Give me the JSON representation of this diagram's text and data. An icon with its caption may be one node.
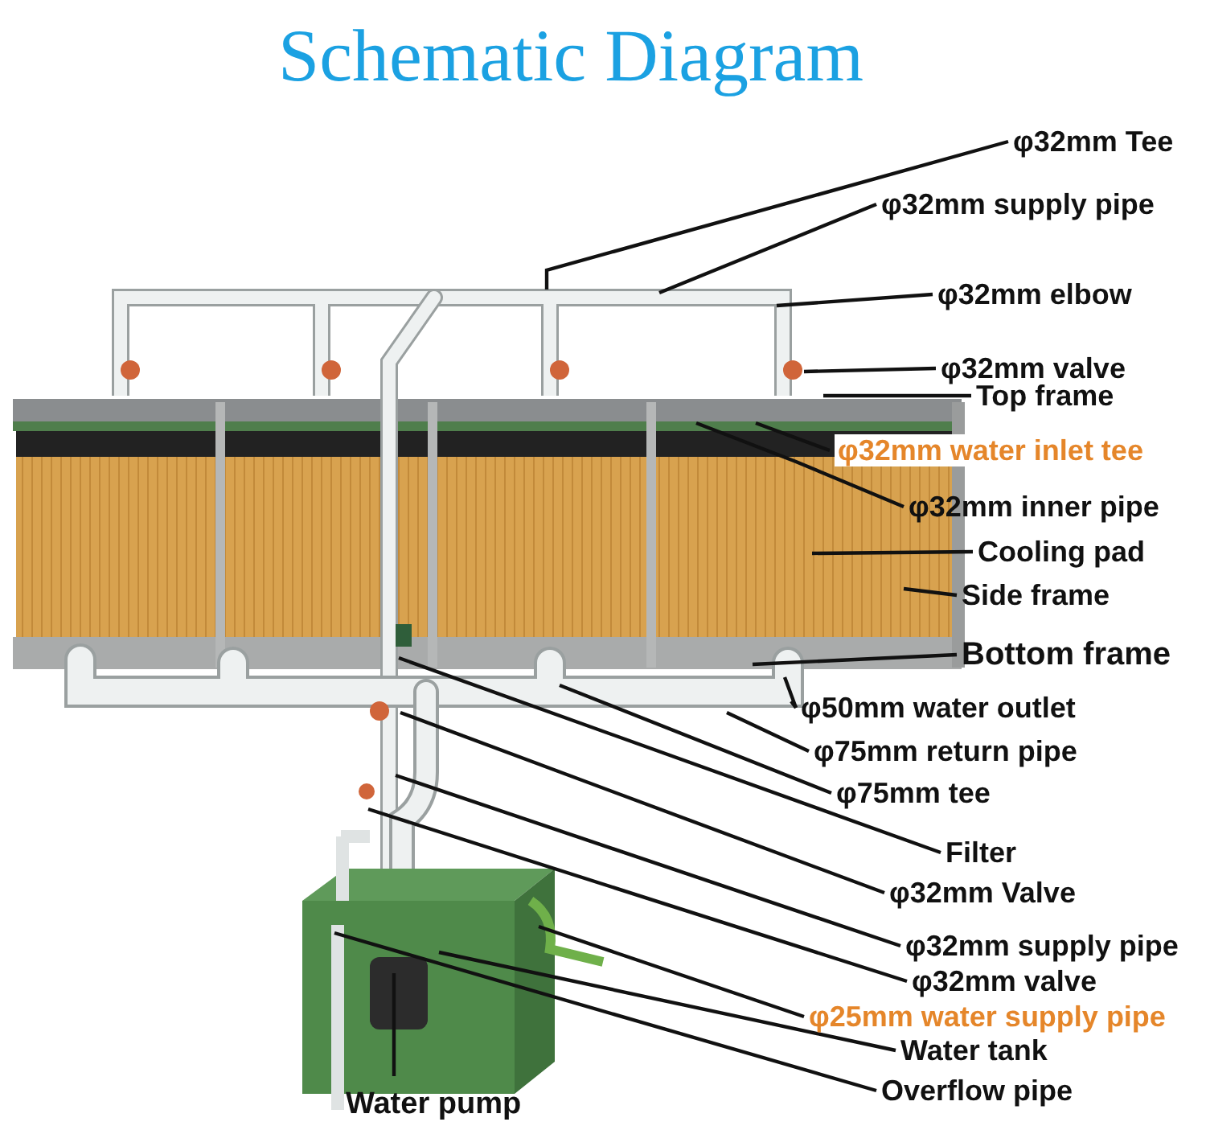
{
  "diagram": {
    "title": "Schematic Diagram",
    "nodes": [
      {
        "text": [
          "φ32mm Tee"
        ]
      },
      {
        "text": [
          "φ32mm supply pipe"
        ]
      },
      {
        "text": [
          "φ32mm elbow"
        ]
      },
      {
        "text": [
          "φ32mm valve"
        ]
      },
      {
        "text": [
          "Top frame"
        ]
      },
      {
        "text": [
          "φ32mm water inlet tee"
        ]
      },
      {
        "text": [
          "φ32mm inner pipe"
        ]
      },
      {
        "text": [
          "Cooling pad"
        ]
      },
      {
        "text": [
          "Side frame"
        ]
      },
      {
        "text": [
          "Bottom frame"
        ]
      },
      {
        "text": [
          "φ50mm water outlet"
        ]
      },
      {
        "text": [
          "φ75mm return pipe"
        ]
      },
      {
        "text": [
          "φ75mm tee"
        ]
      },
      {
        "text": [
          "Filter"
        ]
      },
      {
        "text": [
          "φ32mm Valve"
        ]
      },
      {
        "text": [
          "φ32mm supply pipe"
        ]
      },
      {
        "text": [
          "φ32mm valve"
        ]
      },
      {
        "text": [
          "φ25mm water supply pipe"
        ]
      },
      {
        "text": [
          "Water tank"
        ]
      },
      {
        "text": [
          "Overflow pipe"
        ]
      },
      {
        "text": [
          "Water pump"
        ]
      }
    ],
    "edges": [
      {
        "from": 0,
        "to": null,
        "arrow": "none"
      },
      {
        "from": 1,
        "to": null,
        "arrow": "none"
      },
      {
        "from": 2,
        "to": null,
        "arrow": "none"
      },
      {
        "from": 3,
        "to": null,
        "arrow": "none"
      },
      {
        "from": 4,
        "to": null,
        "arrow": "none"
      },
      {
        "from": 5,
        "to": null,
        "arrow": "none"
      },
      {
        "from": 6,
        "to": null,
        "arrow": "none"
      },
      {
        "from": 7,
        "to": null,
        "arrow": "none"
      },
      {
        "from": 8,
        "to": null,
        "arrow": "none"
      },
      {
        "from": 9,
        "to": null,
        "arrow": "none"
      },
      {
        "from": 10,
        "to": null,
        "arrow": "none"
      },
      {
        "from": 10,
        "to": null,
        "arrow": "none"
      },
      {
        "from": 11,
        "to": null,
        "arrow": "none"
      },
      {
        "from": 12,
        "to": null,
        "arrow": "none"
      },
      {
        "from": 13,
        "to": null,
        "arrow": "none"
      },
      {
        "from": 14,
        "to": null,
        "arrow": "none"
      },
      {
        "from": 15,
        "to": null,
        "arrow": "none"
      },
      {
        "from": 16,
        "to": null,
        "arrow": "none"
      },
      {
        "from": 17,
        "to": null,
        "arrow": "none"
      },
      {
        "from": 18,
        "to": null,
        "arrow": "none"
      },
      {
        "from": 19,
        "to": null,
        "arrow": "none"
      },
      {
        "from": 20,
        "to": null,
        "arrow": "none"
      }
    ]
  }
}
